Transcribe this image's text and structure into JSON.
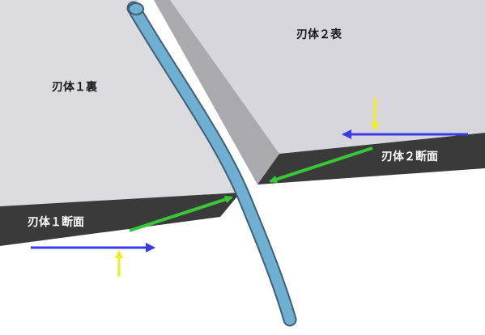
{
  "labels": {
    "blade1_back": "刃体１裏",
    "blade2_front": "刃体２表",
    "blade1_section": "刃体１断面",
    "blade2_section": "刃体２断面"
  },
  "colors": {
    "blade1_face": "#dcdce0",
    "blade2_face": "#d6d6dc",
    "blade2_bevel": "#a9a9ae",
    "section": "#3a3a3a",
    "wire": "#6fb0d2",
    "wire_outline": "#3f5f73",
    "force_arrow": "#37c837",
    "slide_arrow": "#3a3ae6",
    "press_arrow": "#f2ee1a"
  }
}
